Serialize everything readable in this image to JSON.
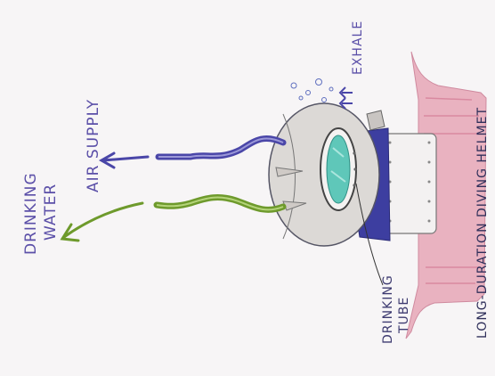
{
  "labels": {
    "drinking_water": [
      "DRINKING",
      "WATER"
    ],
    "air_supply": "AIR SUPPLY",
    "exhale": "EXHALE",
    "drinking_tube": [
      "DRINKING",
      "TUBE"
    ],
    "caption": "LONG-DURATION DIVING HELMET"
  },
  "colors": {
    "background": "#f7f5f6",
    "air_line": "#4a46a8",
    "water_line": "#6e9a2c",
    "label_text": "#5b4fa8",
    "caption_text": "#2f2f5a",
    "suit_fill": "#e7a7b7",
    "visor": "#5fc7b9",
    "collar": "#3d3ea0",
    "helmet": "#d9d6d3",
    "outline": "#555565"
  }
}
